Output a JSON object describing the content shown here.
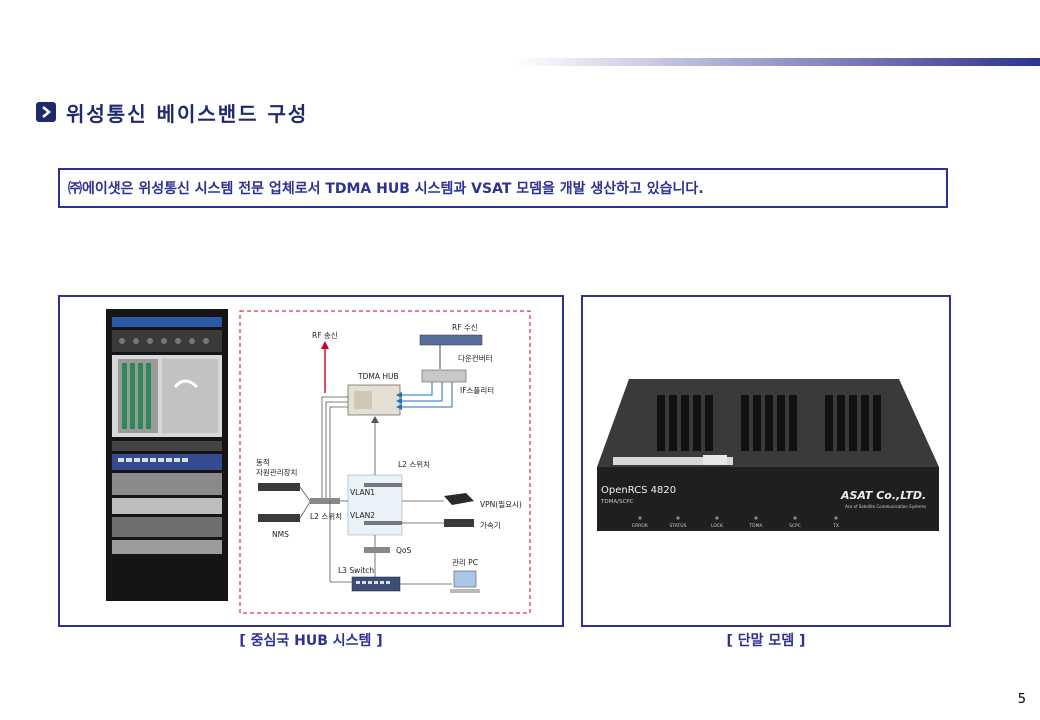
{
  "heading": {
    "title": "위성통신 베이스밴드 구성"
  },
  "intro": {
    "text": "㈜에이샛은 위성통신 시스템 전문 업체로서 TDMA HUB 시스템과 VSAT 모뎀을 개발 생산하고 있습니다."
  },
  "diagram": {
    "rf_tx": "RF 송신",
    "rf_rx": "RF 수신",
    "downconverter": "다운컨버터",
    "tdma_hub": "TDMA HUB",
    "if_splitter": "IF스플리터",
    "l2_switch_top": "L2 스위치",
    "resource_mgr_line1": "동적",
    "resource_mgr_line2": "자원관리장치",
    "vlan1": "VLAN1",
    "vlan2": "VLAN2",
    "l2_switch_left": "L2 스위치",
    "vpn": "VPN(필요시)",
    "accelerator": "가속기",
    "nms": "NMS",
    "qos": "QoS",
    "l3_switch": "L3 Switch",
    "mgmt_pc": "관리 PC"
  },
  "modem": {
    "model": "OpenRCS 4820",
    "submodel": "TDMA/SCPC",
    "brand": "ASAT Co.,LTD.",
    "brand_tagline": "Ace of Satellite Communication Systems",
    "leds": [
      "ERROR",
      "STATUS",
      "LOCK",
      "TDMA",
      "SCPC",
      "TX"
    ]
  },
  "captions": {
    "left": "[ 중심국 HUB 시스템 ]",
    "right": "[ 단말 모뎀 ]"
  },
  "page_number": "5",
  "colors": {
    "accent": "#2e3192",
    "heading": "#1f2a6b",
    "dashed_border": "#d0021b",
    "arrow_red": "#d0021b",
    "arrow_blue": "#1e6fc1"
  }
}
